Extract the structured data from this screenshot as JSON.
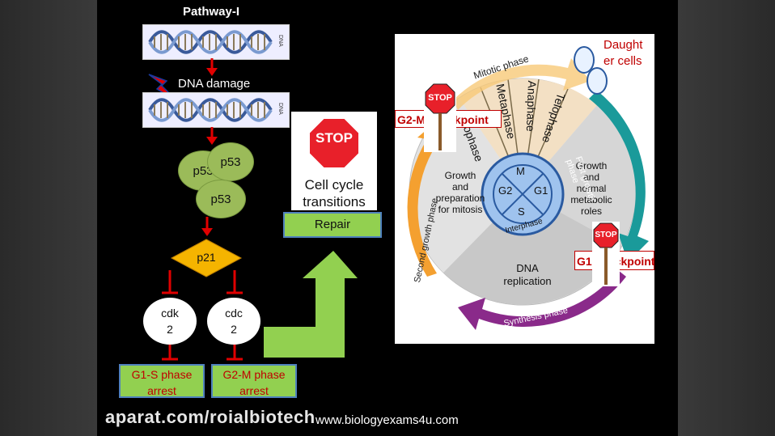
{
  "left_diagram": {
    "title": "Pathway-I",
    "dna_label": "DNA",
    "dna_damage": "DNA damage",
    "p53_a": "p53",
    "p53_b": "p53",
    "p53_c": "p53",
    "p21": "p21",
    "cdk": "cdk",
    "cdk_num": "2",
    "cdc": "cdc",
    "cdc_num": "2",
    "g1s_line1": "G1-S phase",
    "g1s_line2": "arrest",
    "g2m_line1": "G2-M phase",
    "g2m_line2": "arrest",
    "stop_sign": "STOP",
    "cell_cycle_line1": "Cell cycle",
    "cell_cycle_line2": "transitions",
    "repair": "Repair"
  },
  "cell_cycle": {
    "mitotic_phase": "Mitotic phase",
    "prophase": "Prophase",
    "metaphase": "Metaphase",
    "anaphase": "Anaphase",
    "telophase": "Telophase",
    "daughter_line1": "Daught",
    "daughter_line2": "er cells",
    "g2m_checkpoint": "G2-M checkpoint",
    "g1_checkpoint_partial": "G1 checkpoint",
    "first_growth": "First growth phase",
    "second_growth": "Second growth phase",
    "synthesis": "Synthesis phase",
    "growth_prep_1": "Growth",
    "growth_prep_2": "and",
    "growth_prep_3": "preparation",
    "growth_prep_4": "for mitosis",
    "growth_normal_1": "Growth",
    "growth_normal_2": "and",
    "growth_normal_3": "normal",
    "growth_normal_4": "metabolic",
    "growth_normal_5": "roles",
    "dna_rep_1": "DNA",
    "dna_rep_2": "replication",
    "center_m": "M",
    "center_g2": "G2",
    "center_g1": "G1",
    "center_s": "S",
    "interphase": "Interphase",
    "stop_sign": "STOP"
  },
  "footer": {
    "watermark": "aparat.com/roialbiotech",
    "credit": "www.biologyexams4u.com"
  },
  "colors": {
    "green": "#9bbb59",
    "box_green": "#92d050",
    "arrow_red": "#e00000",
    "p21_yellow": "#f5b400",
    "arrow_green": "#92d050",
    "first_growth": "#1a9a9a",
    "second_growth": "#f4a030",
    "synthesis": "#8a2a8a"
  }
}
